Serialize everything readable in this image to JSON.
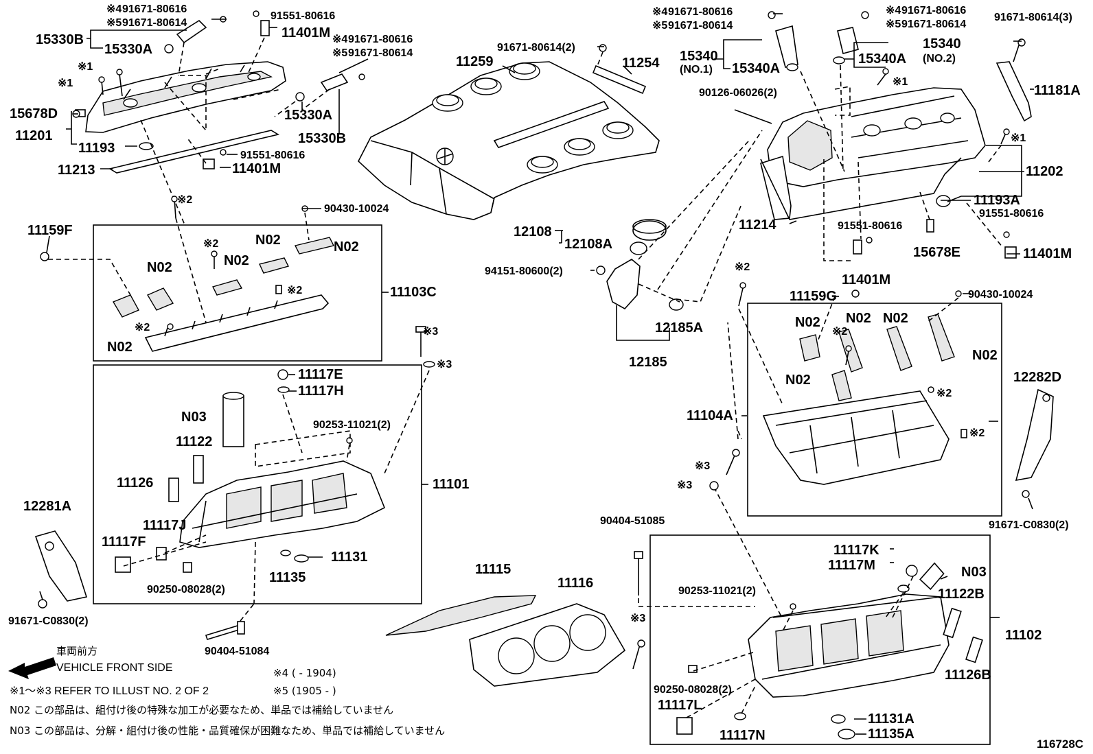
{
  "labels": {
    "p15330B_l": "15330B",
    "p15330A_l": "15330A",
    "p91671_80616_tl": "91671-80616",
    "p91671_80614_tl": "91671-80614",
    "p91551_80616_t": "91551-80616",
    "p11401M_t": "11401M",
    "p15678D": "15678D",
    "p11201": "11201",
    "p11193": "11193",
    "p11213": "11213",
    "p91551_80616_b": "91551-80616",
    "p11401M_b": "11401M",
    "p15330A_r": "15330A",
    "p15330B_r": "15330B",
    "p91671_80616_m": "91671-80616",
    "p91671_80614_m": "91671-80614",
    "p91671_80614_2": "91671-80614(2)",
    "p11259": "11259",
    "p11254": "11254",
    "p11159F": "11159F",
    "p90430_10024_t": "90430-10024",
    "pN02_a": "N02",
    "pN02_b": "N02",
    "pN02_c": "N02",
    "pN02_d": "N02",
    "pN02_e": "N02",
    "p11103C": "11103C",
    "p11117E": "11117E",
    "p11117H": "11117H",
    "pN03_l": "N03",
    "p90253_11021_l": "90253-11021(2)",
    "p11122": "11122",
    "p11126": "11126",
    "p11101": "11101",
    "p11117J": "11117J",
    "p11117F": "11117F",
    "p11131": "11131",
    "p11135": "11135",
    "p90250_08028_l": "90250-08028(2)",
    "p12281A": "12281A",
    "p91671_C0830_l": "91671-C0830(2)",
    "p90404_51084": "90404-51084",
    "p12108": "12108",
    "p12108A": "12108A",
    "p94151": "94151-80600(2)",
    "p12185A": "12185A",
    "p12185": "12185",
    "p11115": "11115",
    "p11116": "11116",
    "p91671_80616_r1": "91671-80616",
    "p91671_80614_r1": "91671-80614",
    "p15340_1": "15340",
    "p15340_1n": "(NO.1)",
    "p15340A_1": "15340A",
    "p91671_80616_r2": "91671-80616",
    "p91671_80614_r2": "91671-80614",
    "p15340_2": "15340",
    "p15340_2n": "(NO.2)",
    "p15340A_2": "15340A",
    "p91671_80614_3": "91671-80614(3)",
    "p11181A": "11181A",
    "p90126": "90126-06026(2)",
    "p11202": "11202",
    "p11193A": "11193A",
    "p91551_80616_r": "91551-80616",
    "p11214": "11214",
    "p91551_80616_rm": "91551-80616",
    "p15678E": "15678E",
    "p11401M_r": "11401M",
    "p11401M_rb": "11401M",
    "p11159G": "11159G",
    "p90430_10024_r": "90430-10024",
    "pN02_r1": "N02",
    "pN02_r2": "N02",
    "pN02_r3": "N02",
    "pN02_r4": "N02",
    "pN02_r5": "N02",
    "p11104A": "11104A",
    "p12282D": "12282D",
    "p91671_C0830_r": "91671-C0830(2)",
    "p90404_51085": "90404-51085",
    "p11117K": "11117K",
    "p11117M": "11117M",
    "pN03_r": "N03",
    "p90253_11021_r": "90253-11021(2)",
    "p11122B": "11122B",
    "p11102": "11102",
    "p11126B": "11126B",
    "p90250_08028_r": "90250-08028(2)",
    "p11117L": "11117L",
    "p11117N": "11117N",
    "p11131A": "11131A",
    "p11135A": "11135A"
  },
  "marks": {
    "m1": "※1",
    "m2": "※2",
    "m3": "※3",
    "m4": "※4",
    "m5": "※5"
  },
  "legend": {
    "front_jp": "車両前方",
    "front_en": "VEHICLE FRONT SIDE",
    "refer": "※1～※3  REFER TO ILLUST NO. 2 OF 2",
    "note4": "※4 (        - 1904)",
    "note5": "※5 (1905  -        )",
    "n02_note": "N02 この部品は、組付け後の特殊な加工が必要なため、単品では補給していません",
    "n03_note": "N03 この部品は、分解・組付け後の性能・品質確保が困難なため、単品では補給していません",
    "illust_no": "116728C"
  }
}
